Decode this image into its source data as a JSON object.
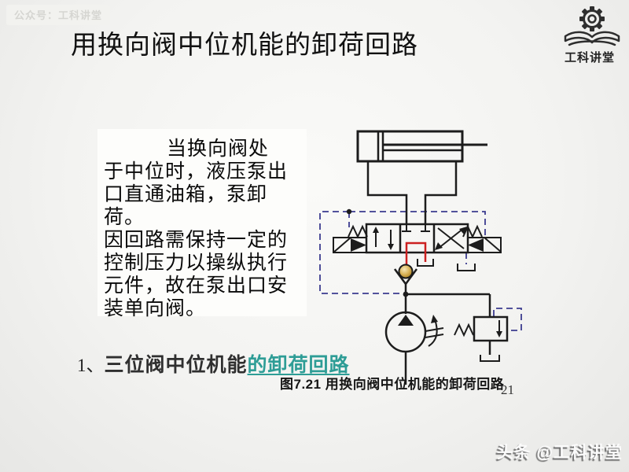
{
  "badge": {
    "label": "公众号：工科讲堂"
  },
  "title": "用换向阀中位机能的卸荷回路",
  "logo": {
    "icon": "gear-open-book-icon",
    "name": "工科讲堂"
  },
  "note_box": {
    "text": "当换向阀处\n于中位时，液压泵出\n口直通油箱，泵卸荷。\n因回路需保持一定的\n控制压力以操纵执行\n元件，故在泵出口安\n装单向阀。"
  },
  "heading": {
    "index": "1、",
    "black_part": "三位阀中位机能",
    "teal_part": "的卸荷回路"
  },
  "figure": {
    "caption": "图7.21 用换向阀中位机能的卸荷回路",
    "components": [
      "hydraulic-cylinder",
      "three-position-four-way-solenoid-valve",
      "check-valve",
      "hydraulic-pump",
      "relief-valve",
      "tank-symbols",
      "pilot-dashed-lines",
      "unloading-path-highlight"
    ]
  },
  "page_number": "21",
  "watermark": "头条 @工科讲堂",
  "colors": {
    "teal_accent": "#2E9D96",
    "unload_path_red": "#CC2020",
    "pilot_line_blue": "#3B3B8F",
    "diagram_line": "#1C1C1C",
    "check_ball_gold": "#C9A23A",
    "background_gray": "#F1F1EF",
    "note_box_white": "#FDFDFB"
  }
}
